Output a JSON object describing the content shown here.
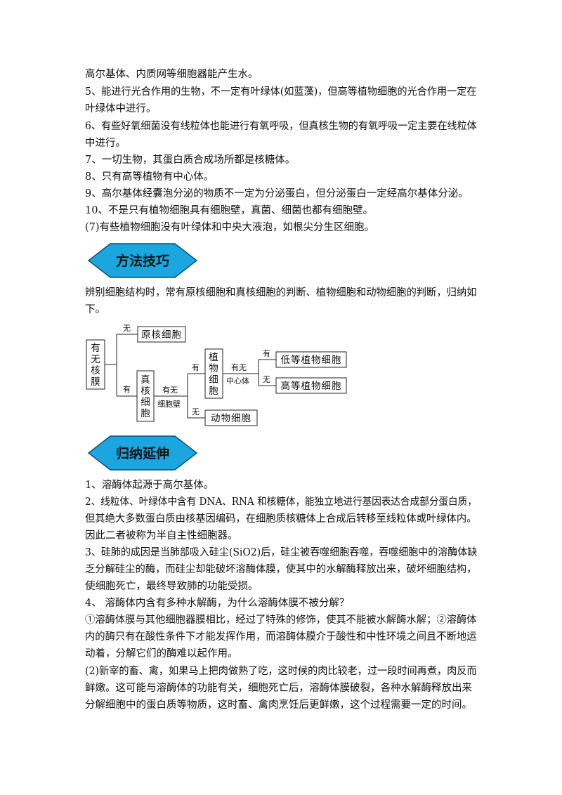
{
  "section1": {
    "lines": [
      "高尔基体、内质网等细胞器能产生水。",
      "5、能进行光合作用的生物，不一定有叶绿体(如蓝藻)，但高等植物细胞的光合作用一定在",
      "叶绿体中进行。",
      "6、有些好氧细菌没有线粒体也能进行有氧呼吸，但真核生物的有氧呼吸一定主要在线粒体",
      "中进行。",
      "7、一切生物，其蛋白质合成场所都是核糖体。",
      "8、只有高等植物有中心体。",
      "9、高尔基体经囊泡分泌的物质不一定为分泌蛋白，但分泌蛋白一定经高尔基体分泌。",
      "10、不是只有植物细胞具有细胞壁，真菌、细菌也都有细胞壁。",
      "(7)有些植物细胞没有叶绿体和中央大液泡，如根尖分生区细胞。"
    ]
  },
  "banner1": {
    "label": "方法技巧",
    "color": "#1ba6e0"
  },
  "section2": {
    "lines": [
      "辨别细胞结构时，常有原核细胞和真核细胞的判断、植物细胞和动物细胞的判断，归纳如",
      "下。"
    ]
  },
  "diagram": {
    "root": "有无核膜",
    "root_chars": [
      "有",
      "无",
      "核",
      "膜"
    ],
    "branch_no": "无",
    "branch_yes": "有",
    "prokaryote": "原核细胞",
    "eukaryote_chars": [
      "真",
      "核",
      "细",
      "胞"
    ],
    "cell_wall_q1": "有无",
    "cell_wall_q2": "细胞壁",
    "wall_yes": "有",
    "wall_no": "无",
    "plant_chars": [
      "植",
      "物",
      "细",
      "胞"
    ],
    "animal": "动物细胞",
    "centro_q1": "有无",
    "centro_q2": "中心体",
    "centro_yes": "有",
    "centro_no": "无",
    "lower_plant": "低等植物细胞",
    "higher_plant": "高等植物细胞"
  },
  "banner2": {
    "label": "归纳延伸",
    "color": "#1ba6e0"
  },
  "section3": {
    "lines": [
      "1、溶酶体起源于高尔基体。",
      "2、线粒体、叶绿体中含有 DNA、RNA 和核糖体，能独立地进行基因表达合成部分蛋白质，",
      "但其绝大多数蛋白质由核基因编码，在细胞质核糖体上合成后转移至线粒体或叶绿体内。",
      "因此二者被称为半自主性细胞器。",
      "3、硅肺的成因是当肺部吸入硅尘(SiO2)后，硅尘被吞噬细胞吞噬，吞噬细胞中的溶酶体缺",
      "乏分解硅尘的酶，而硅尘却能破坏溶酶体膜，使其中的水解酶释放出来，破坏细胞结构，",
      "使细胞死亡，最终导致肺的功能受损。",
      "4、  溶酶体内含有多种水解酶，为什么溶酶体膜不被分解？",
      "①溶酶体膜与其他细胞器膜相比，经过了特殊的修饰，使其不能被水解酶水解；②溶酶体",
      "内的酶只有在酸性条件下才能发挥作用，而溶酶体膜介于酸性和中性环境之间且不断地运",
      "动着，分解它们的酶难以起作用。",
      "(2)新宰的畜、禽，如果马上把肉做熟了吃，这时候的肉比较老，过一段时间再煮，肉反而",
      "鲜嫩。这可能与溶酶体的功能有关，细胞死亡后，溶酶体膜破裂，各种水解酶释放出来",
      "分解细胞中的蛋白质等物质，这时畜、禽肉烹饪后更鲜嫩，这个过程需要一定的时间。"
    ]
  }
}
